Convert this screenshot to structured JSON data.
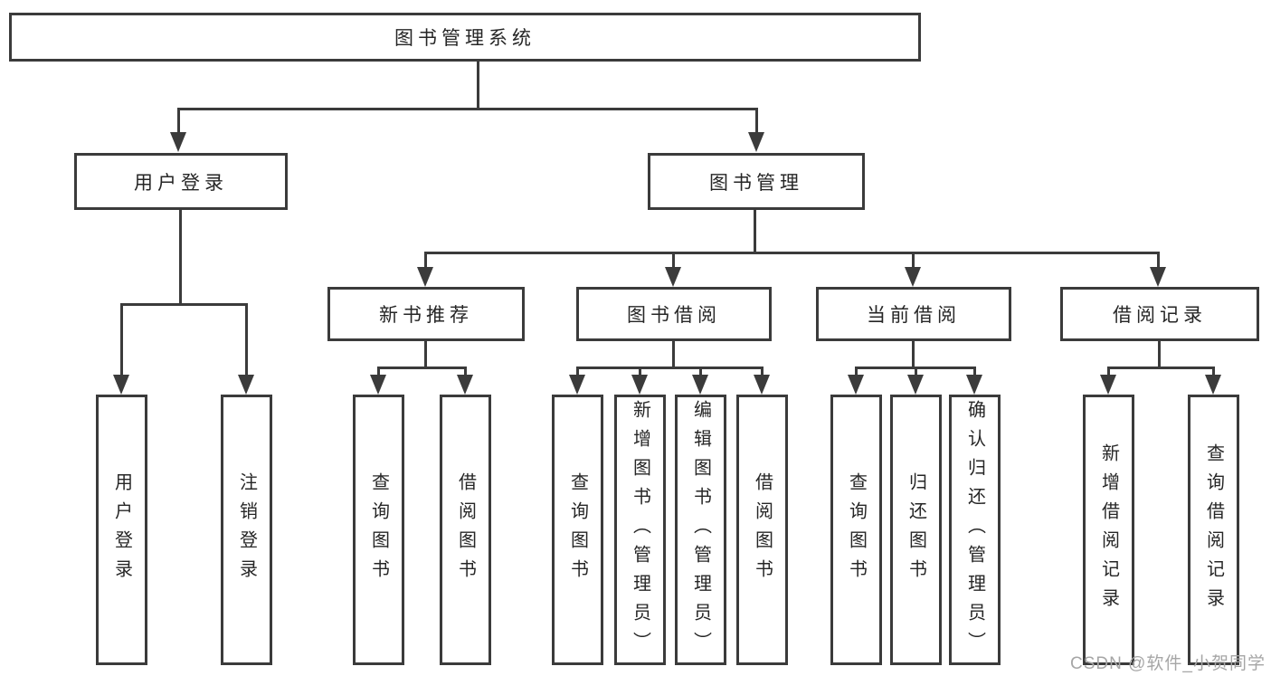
{
  "diagram": {
    "nodes": {
      "root": "图书管理系统",
      "user_login": "用户登录",
      "book_mgmt": "图书管理",
      "new_book_rec": "新书推荐",
      "book_borrow": "图书借阅",
      "current_borrow": "当前借阅",
      "borrow_record": "借阅记录",
      "login": "用户登录",
      "logout": "注销登录",
      "rec_query_book": "查询图书",
      "rec_borrow_book": "借阅图书",
      "bb_query_book": "查询图书",
      "bb_add_book": "新增图书（管理员）",
      "bb_edit_book": "编辑图书（管理员）",
      "bb_borrow_book": "借阅图书",
      "cb_query_book": "查询图书",
      "cb_return_book": "归还图书",
      "cb_confirm_return": "确认归还（管理员）",
      "br_add_record": "新增借阅记录",
      "br_query_record": "查询借阅记录"
    },
    "tree": {
      "图书管理系统": {
        "用户登录": [
          "用户登录",
          "注销登录"
        ],
        "图书管理": {
          "新书推荐": [
            "查询图书",
            "借阅图书"
          ],
          "图书借阅": [
            "查询图书",
            "新增图书（管理员）",
            "编辑图书（管理员）",
            "借阅图书"
          ],
          "当前借阅": [
            "查询图书",
            "归还图书",
            "确认归还（管理员）"
          ],
          "借阅记录": [
            "新增借阅记录",
            "查询借阅记录"
          ]
        }
      }
    }
  },
  "watermark": "CSDN @软件_小贺同学",
  "colors": {
    "line": "#3b3b3b",
    "text": "#262626",
    "watermark": "#a6a6a6",
    "background": "#ffffff"
  }
}
